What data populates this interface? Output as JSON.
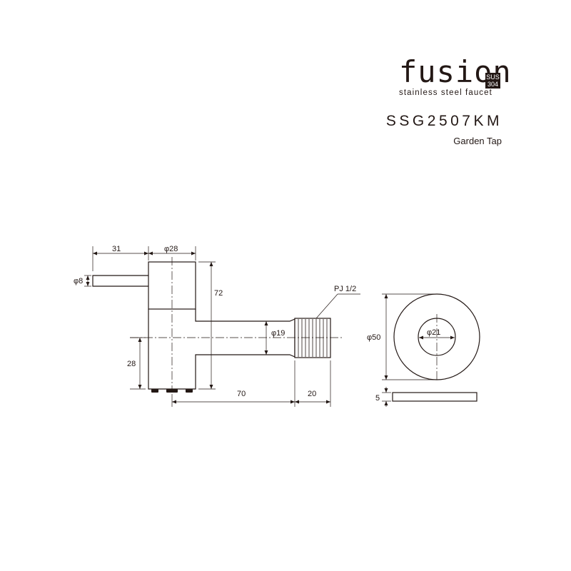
{
  "brand": {
    "wordmark": "fusion",
    "badge_line1": "SUS",
    "badge_line2": "304",
    "tagline": "stainless steel faucet"
  },
  "product": {
    "model": "SSG2507KM",
    "name": "Garden Tap"
  },
  "dimensions": {
    "lever_length": "31",
    "body_diameter": "φ28",
    "lever_diameter": "φ8",
    "total_height": "72",
    "base_height": "28",
    "spout_diameter": "φ19",
    "spout_length": "70",
    "thread_length": "20",
    "thread_spec": "PJ 1/2",
    "flange_diameter": "φ50",
    "flange_hole_diameter": "φ21",
    "flange_thickness": "5"
  },
  "colors": {
    "ink": "#231815"
  }
}
